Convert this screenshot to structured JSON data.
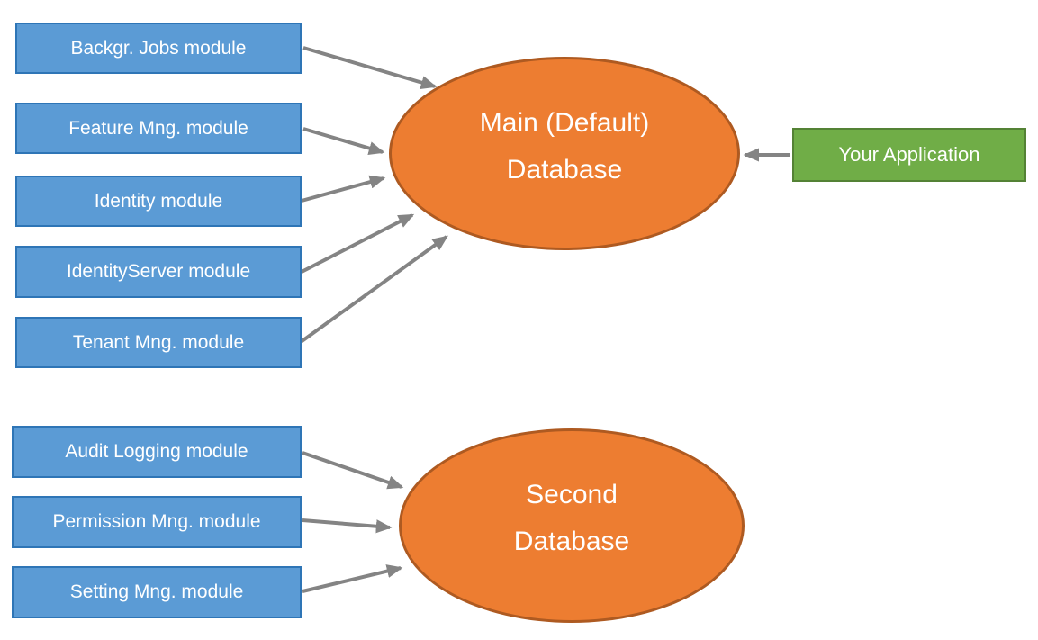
{
  "nodes": {
    "modules": [
      {
        "label": "Backgr. Jobs module"
      },
      {
        "label": "Feature Mng. module"
      },
      {
        "label": "Identity module"
      },
      {
        "label": "IdentityServer module"
      },
      {
        "label": "Tenant Mng. module"
      },
      {
        "label": "Audit Logging module"
      },
      {
        "label": "Permission Mng. module"
      },
      {
        "label": "Setting Mng. module"
      }
    ],
    "databases": [
      {
        "line1": "Main (Default)",
        "line2": "Database"
      },
      {
        "line1": "Second",
        "line2": "Database"
      }
    ],
    "application": {
      "label": "Your Application"
    }
  },
  "edges": [
    {
      "from": "Backgr. Jobs module",
      "to": "Main (Default) Database"
    },
    {
      "from": "Feature Mng. module",
      "to": "Main (Default) Database"
    },
    {
      "from": "Identity module",
      "to": "Main (Default) Database"
    },
    {
      "from": "IdentityServer module",
      "to": "Main (Default) Database"
    },
    {
      "from": "Tenant Mng. module",
      "to": "Main (Default) Database"
    },
    {
      "from": "Audit Logging module",
      "to": "Second Database"
    },
    {
      "from": "Permission Mng. module",
      "to": "Second Database"
    },
    {
      "from": "Setting Mng. module",
      "to": "Second Database"
    },
    {
      "from": "Your Application",
      "to": "Main (Default) Database"
    }
  ],
  "colors": {
    "module_fill": "#5B9BD5",
    "module_border": "#2E75B6",
    "database_fill": "#ED7D31",
    "database_border": "#AE5A21",
    "application_fill": "#70AD47",
    "application_border": "#548235",
    "arrow": "#848484",
    "text": "#FFFFFF",
    "background": "#FFFFFF"
  }
}
